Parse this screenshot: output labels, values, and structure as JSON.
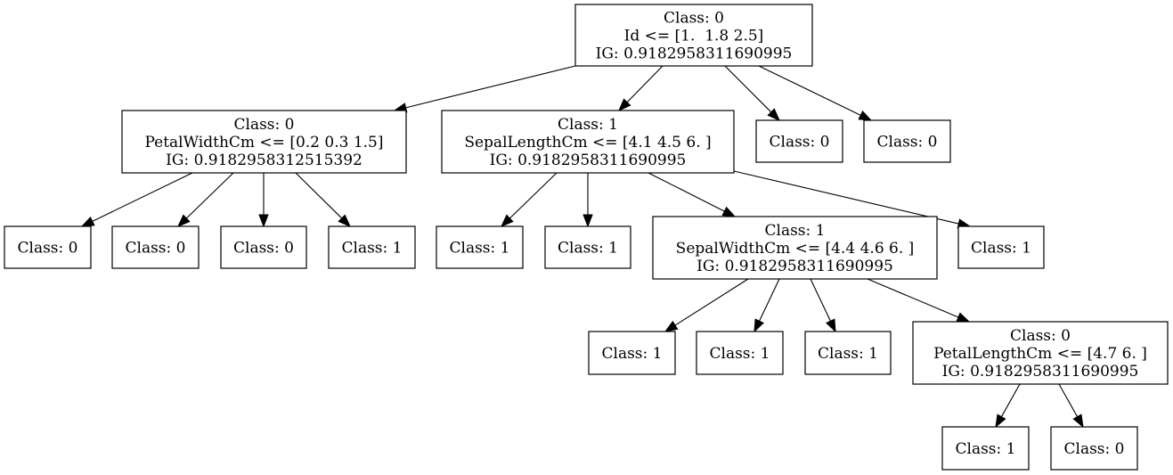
{
  "diagram": {
    "type": "decision-tree",
    "nodes": [
      {
        "id": "root",
        "lines": [
          "Class: 0",
          "Id <= [1.  1.8 2.5]",
          "IG: 0.9182958311690995"
        ]
      },
      {
        "id": "n1",
        "lines": [
          "Class: 0",
          "PetalWidthCm <= [0.2 0.3 1.5]",
          "IG: 0.9182958312515392"
        ]
      },
      {
        "id": "n2",
        "lines": [
          "Class: 1",
          "SepalLengthCm <= [4.1 4.5 6. ]",
          "IG: 0.9182958311690995"
        ]
      },
      {
        "id": "n3",
        "lines": [
          "Class: 0"
        ]
      },
      {
        "id": "n4",
        "lines": [
          "Class: 0"
        ]
      },
      {
        "id": "n1a",
        "lines": [
          "Class: 0"
        ]
      },
      {
        "id": "n1b",
        "lines": [
          "Class: 0"
        ]
      },
      {
        "id": "n1c",
        "lines": [
          "Class: 0"
        ]
      },
      {
        "id": "n1d",
        "lines": [
          "Class: 1"
        ]
      },
      {
        "id": "n2a",
        "lines": [
          "Class: 1"
        ]
      },
      {
        "id": "n2b",
        "lines": [
          "Class: 1"
        ]
      },
      {
        "id": "n2c",
        "lines": [
          "Class: 1",
          "SepalWidthCm <= [4.4 4.6 6. ]",
          "IG: 0.9182958311690995"
        ]
      },
      {
        "id": "n2d",
        "lines": [
          "Class: 1"
        ]
      },
      {
        "id": "n2c1",
        "lines": [
          "Class: 1"
        ]
      },
      {
        "id": "n2c2",
        "lines": [
          "Class: 1"
        ]
      },
      {
        "id": "n2c3",
        "lines": [
          "Class: 1"
        ]
      },
      {
        "id": "n2c4",
        "lines": [
          "Class: 0",
          "PetalLengthCm <= [4.7 6. ]",
          "IG: 0.9182958311690995"
        ]
      },
      {
        "id": "n2c4a",
        "lines": [
          "Class: 1"
        ]
      },
      {
        "id": "n2c4b",
        "lines": [
          "Class: 0"
        ]
      }
    ],
    "edges": [
      [
        "root",
        "n1"
      ],
      [
        "root",
        "n2"
      ],
      [
        "root",
        "n3"
      ],
      [
        "root",
        "n4"
      ],
      [
        "n1",
        "n1a"
      ],
      [
        "n1",
        "n1b"
      ],
      [
        "n1",
        "n1c"
      ],
      [
        "n1",
        "n1d"
      ],
      [
        "n2",
        "n2a"
      ],
      [
        "n2",
        "n2b"
      ],
      [
        "n2",
        "n2c"
      ],
      [
        "n2",
        "n2d"
      ],
      [
        "n2c",
        "n2c1"
      ],
      [
        "n2c",
        "n2c2"
      ],
      [
        "n2c",
        "n2c3"
      ],
      [
        "n2c",
        "n2c4"
      ],
      [
        "n2c4",
        "n2c4a"
      ],
      [
        "n2c4",
        "n2c4b"
      ]
    ]
  }
}
